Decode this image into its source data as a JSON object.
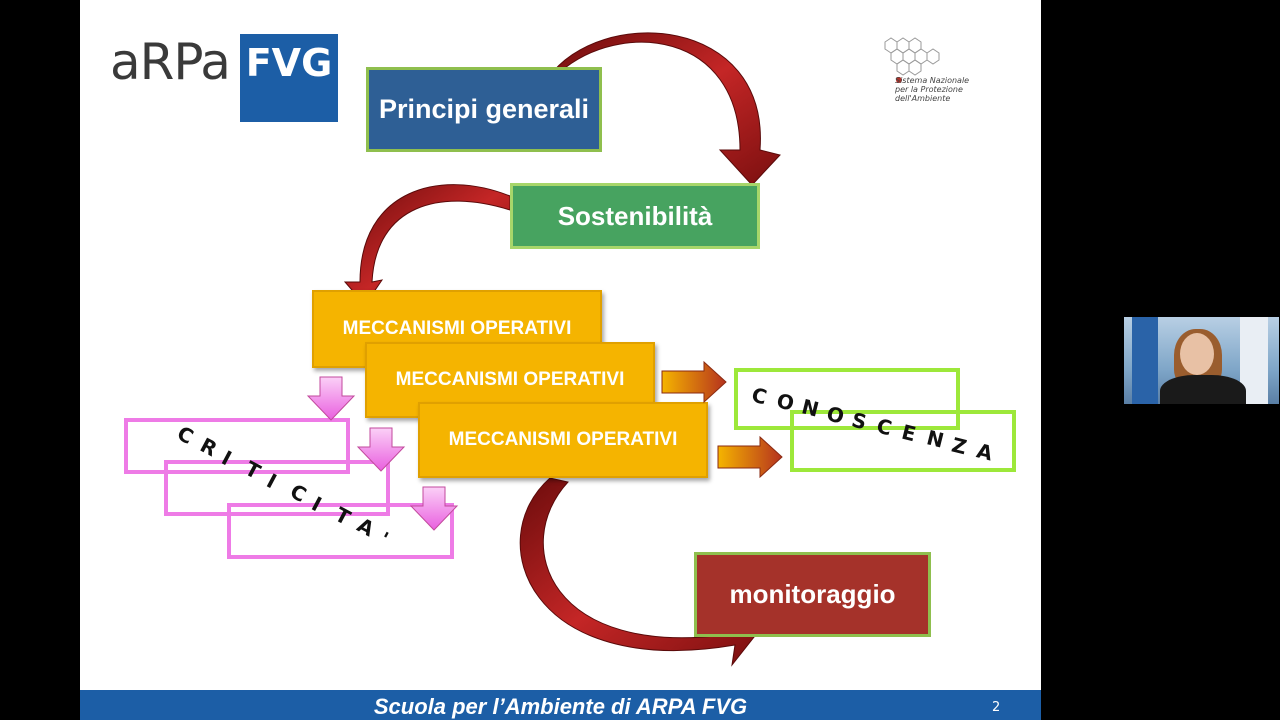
{
  "logo": {
    "left_text": "aRPa",
    "right_text": "FVG"
  },
  "snpa_logo": {
    "text": "Sistema Nazionale\nper la Protezione\ndell'Ambiente"
  },
  "boxes": {
    "principi": "Principi generali",
    "sostenibilita": "Sostenibilità",
    "meccanismi_1": "MECCANISMI OPERATIVI",
    "meccanismi_2": "MECCANISMI OPERATIVI",
    "meccanismi_3": "MECCANISMI OPERATIVI",
    "monitoraggio": "monitoraggio"
  },
  "criticita_letters": [
    "C",
    "R",
    "I",
    "T",
    "I",
    "C",
    "I",
    "T",
    "A",
    "'"
  ],
  "conoscenza_letters": [
    "C",
    "O",
    "N",
    "O",
    "S",
    "C",
    "E",
    "N",
    "Z",
    "A"
  ],
  "colors": {
    "blue": "#2e5f95",
    "green": "#47a360",
    "orange": "#f5b400",
    "red": "#a5322a",
    "pink": "#ee7be6",
    "lime": "#9de83a",
    "arrow_red": "#a01818"
  },
  "footer": {
    "text": "Scuola per l’Ambiente di ARPA FVG",
    "page": "2"
  },
  "webcam": {
    "icon": "presenter-video-thumbnail"
  }
}
